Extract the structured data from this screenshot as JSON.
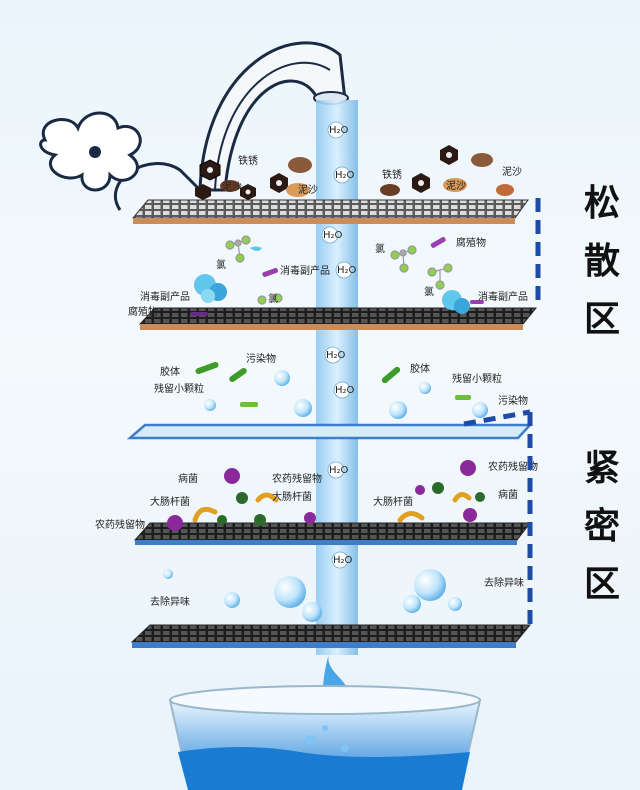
{
  "zones": {
    "loose": [
      "松",
      "散",
      "区"
    ],
    "dense": [
      "紧",
      "密",
      "区"
    ]
  },
  "labels": {
    "rust": "铁锈",
    "sand": "泥沙",
    "chlorine": "氯",
    "byproduct": "消毒副产品",
    "humus": "腐殖物",
    "colloid": "胶体",
    "pollutant": "污染物",
    "residue": "残留小颗粒",
    "germ": "病菌",
    "pesticide": "农药残留物",
    "ecoli": "大肠杆菌",
    "odor": "去除异味",
    "water": "H₂O"
  },
  "colors": {
    "tray_top": "#c98d5a",
    "tray_blue": "#3f7cc9",
    "zone_bracket": "#1e4aa8",
    "water": "#6fb4e8"
  }
}
